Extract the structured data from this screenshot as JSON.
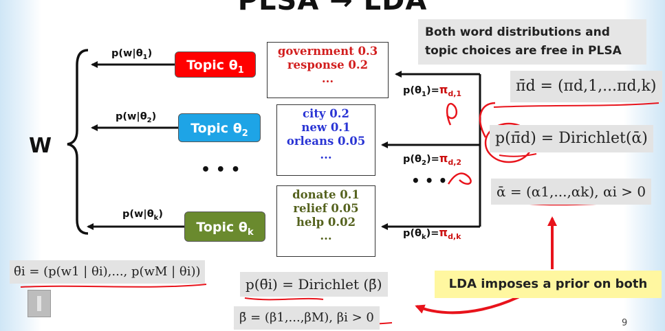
{
  "slide": {
    "title": "PLSA → LDA",
    "page_number": "9"
  },
  "diagram": {
    "w_label": "W",
    "edge_labels": {
      "p_w_theta1": "p(w|θ1)",
      "p_w_theta2": "p(w|θ2)",
      "p_w_thetak": "p(w|θk)"
    },
    "topics": [
      {
        "prefix": "Topic ",
        "theta": "θ",
        "sub": "1",
        "color": "#ff0000"
      },
      {
        "prefix": "Topic ",
        "theta": "θ",
        "sub": "2",
        "color": "#1ea4e6"
      },
      {
        "prefix": "Topic ",
        "theta": "θ",
        "sub": "k",
        "color": "#6a8a2e"
      }
    ],
    "ellipsis": "• • •",
    "word_boxes": [
      {
        "lines": [
          "government 0.3",
          "response  0.2",
          "..."
        ],
        "color": "#d21f1f"
      },
      {
        "lines": [
          "city 0.2",
          "new   0.1",
          "orleans 0.05",
          "..."
        ],
        "color": "#2a35d4"
      },
      {
        "lines": [
          "donate  0.1",
          "relief 0.05",
          "help 0.02",
          "..."
        ],
        "color": "#55621e"
      }
    ],
    "topic_probs": [
      {
        "label": "p(θ1)=",
        "pi": "π",
        "sub": "d,1"
      },
      {
        "label": "p(θ2)=",
        "pi": "π",
        "sub": "d,2"
      },
      {
        "label": "p(θk)=",
        "pi": "π",
        "sub": "d,k"
      }
    ],
    "plsa_callout": [
      "Both word distributions and",
      "topic choices are free in PLSA"
    ],
    "lda_callout": "LDA imposes a prior on both",
    "accent_colors": {
      "pi_red": "#cc1111",
      "annotation_red": "#e8131b"
    }
  },
  "formulas": {
    "theta_def": "θ̄i = (p(w1 | θi),..., p(wM | θi))",
    "dirichlet_beta": "p(θ̄i) = Dirichlet  (β̄)",
    "beta_def": "β̄ = (β1,...,βM), βi > 0",
    "pi_def": "π̄d = (πd,1,...πd,k)",
    "dirichlet_alpha": "p(π̄d) = Dirichlet(ᾱ)",
    "alpha_def": "ᾱ = (α1,...,αk), αi > 0"
  }
}
